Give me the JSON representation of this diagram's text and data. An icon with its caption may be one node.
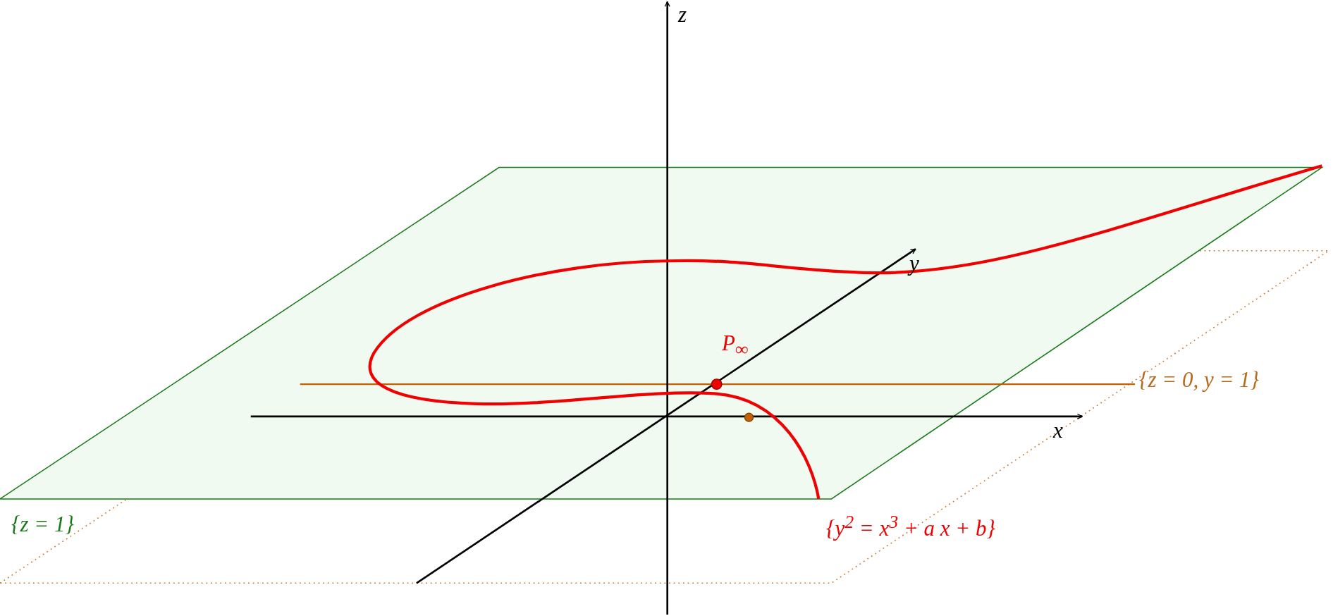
{
  "diagram": {
    "labels": [
      "z",
      "y",
      "P$_{∞}$",
      "{z = 0, y = 1}",
      "x",
      "{z = 1}",
      "{y$^{2}$ = x$^{3}$ + a x + b}"
    ]
  }
}
